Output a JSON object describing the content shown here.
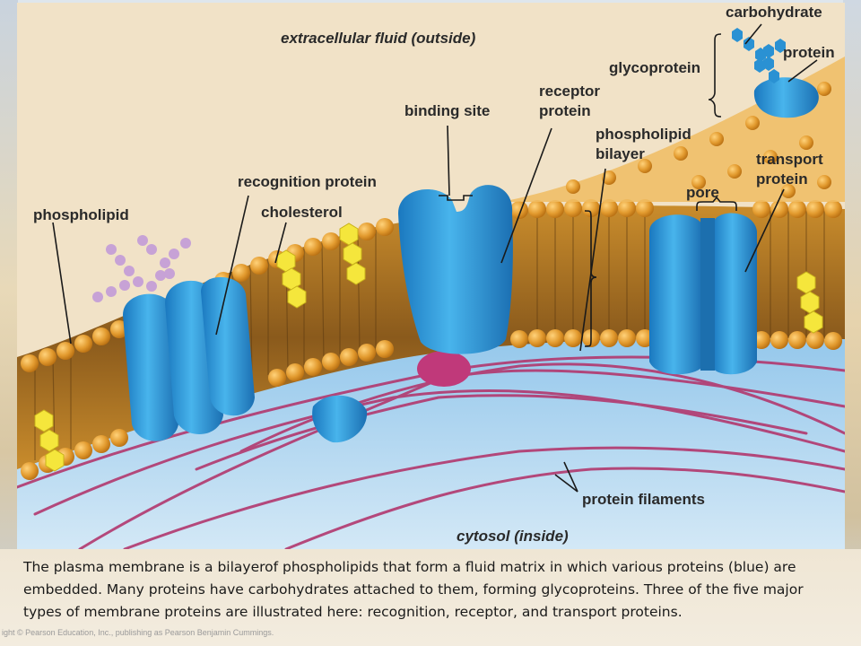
{
  "labels": {
    "extracellular": "extracellular fluid (outside)",
    "cytosol": "cytosol (inside)",
    "carbohydrate": "carbohydrate",
    "protein": "protein",
    "glycoprotein": "glycoprotein",
    "binding_site": "binding site",
    "receptor_line1": "receptor",
    "receptor_line2": "protein",
    "bilayer_line1": "phospholipid",
    "bilayer_line2": "bilayer",
    "transport_line1": "transport",
    "transport_line2": "protein",
    "pore": "pore",
    "recognition": "recognition protein",
    "cholesterol": "cholesterol",
    "phospholipid": "phospholipid",
    "filaments": "protein filaments"
  },
  "caption": "The plasma membrane is a bilayerof phospholipids that form a fluid matrix in which various proteins (blue) are embedded. Many proteins have carbohydrates attached to them, forming glycoproteins. Three of the five major types of membrane proteins are illustrated here: recognition, receptor, and transport proteins.",
  "copyright": "ight © Pearson Education, Inc., publishing as Pearson Benjamin Cummings.",
  "colors": {
    "extracellular": "#f2e2c6",
    "cytosol": "#b9daf0",
    "head": "#e6a23a",
    "protein": "#2f9ad6",
    "filament": "#b2386e",
    "cholesterol": "#f4e23c",
    "carbohydrate": "#c7a2d6"
  }
}
